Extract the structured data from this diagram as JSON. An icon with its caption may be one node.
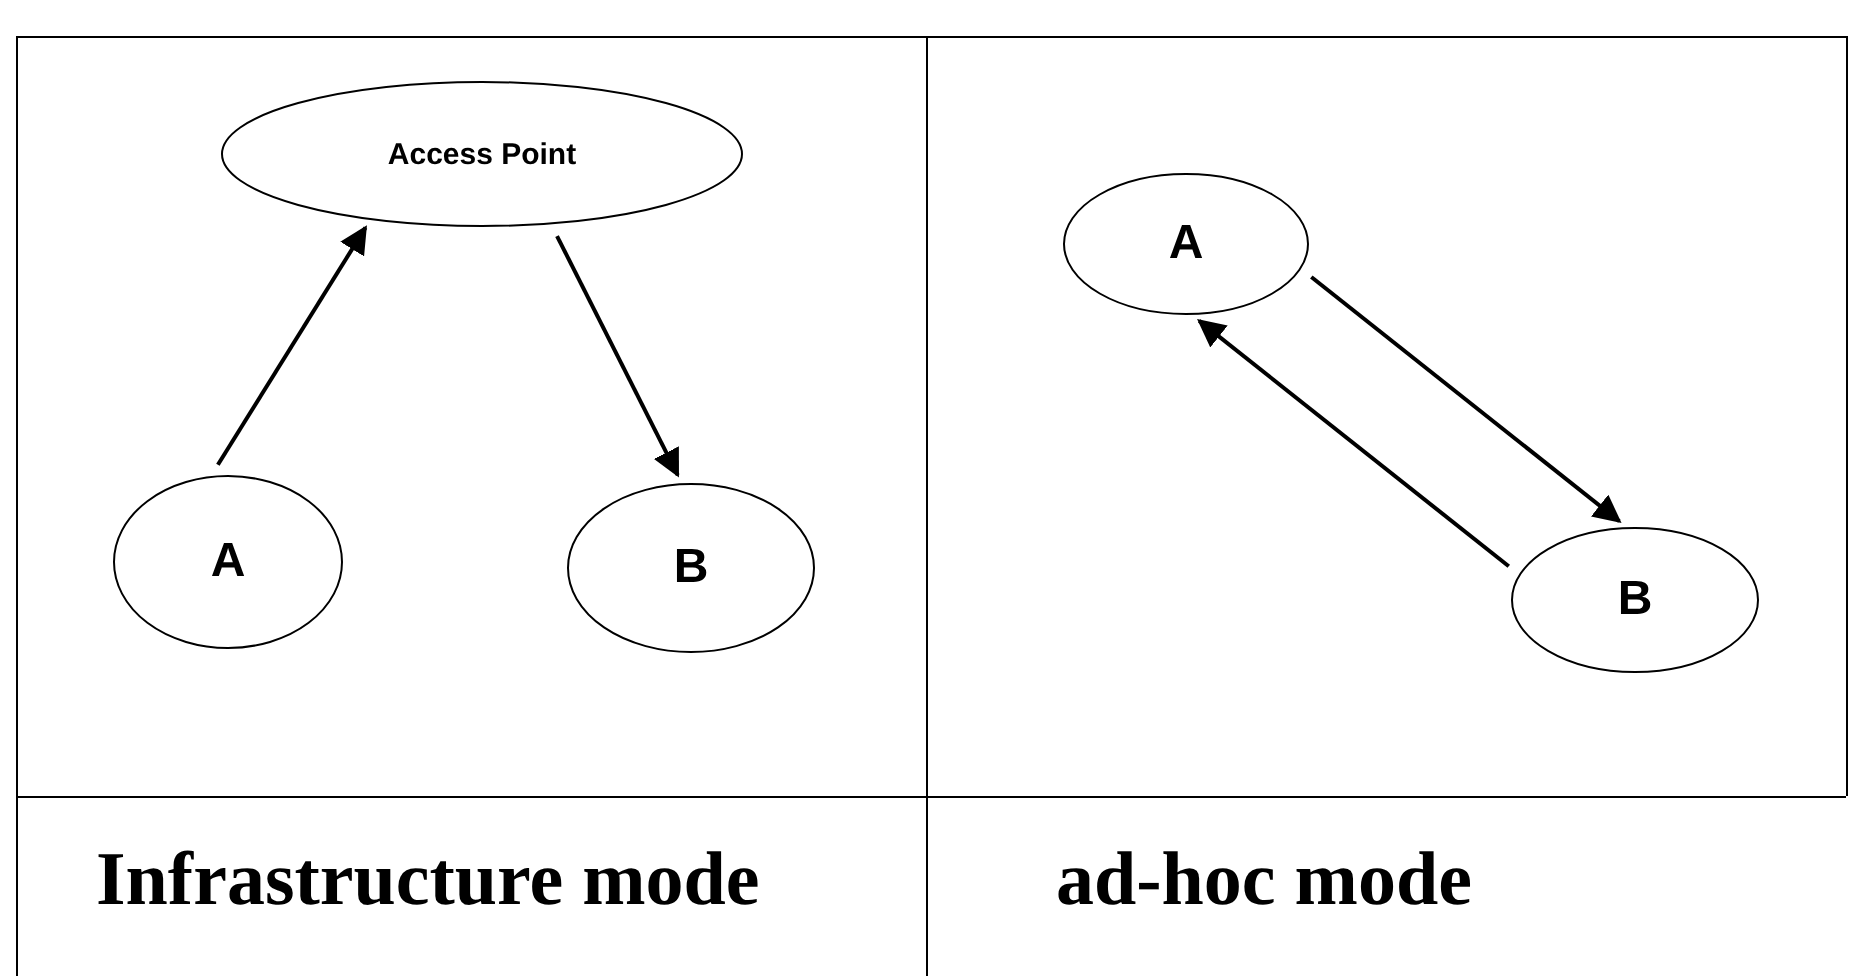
{
  "diagram": {
    "nodes": [
      {
        "text": [
          "Access Point"
        ]
      },
      {
        "text": [
          "A"
        ]
      },
      {
        "text": [
          "B"
        ]
      },
      {
        "text": [
          "A"
        ]
      },
      {
        "text": [
          "B"
        ]
      }
    ],
    "edges": [
      {
        "from": 1,
        "to": 0,
        "arrow": "to"
      },
      {
        "from": 0,
        "to": 2,
        "arrow": "to"
      },
      {
        "from": 3,
        "to": 4,
        "arrow": "to"
      },
      {
        "from": 4,
        "to": 3,
        "arrow": "to"
      }
    ],
    "labels": [
      "Infrastructure mode",
      "ad-hoc mode"
    ]
  }
}
